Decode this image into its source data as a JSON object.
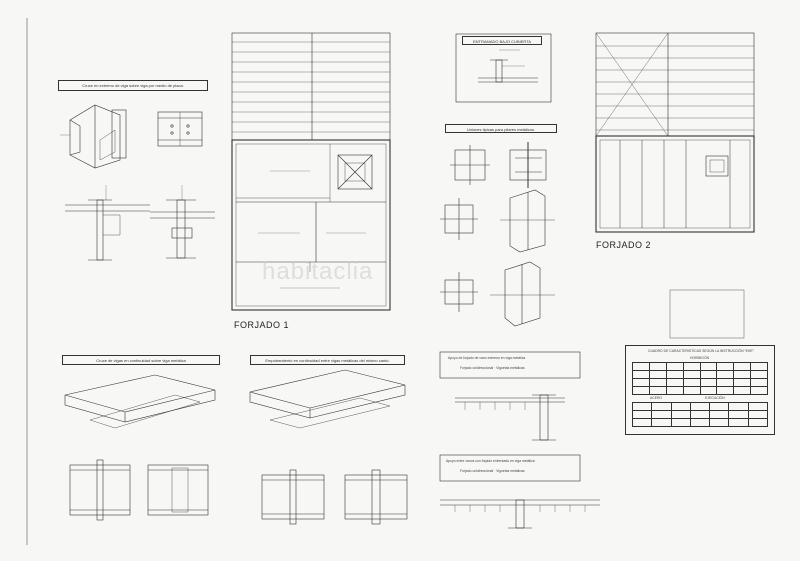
{
  "sheet": {
    "watermark": "habitaclia",
    "forjado1_label": "FORJADO 1",
    "forjado2_label": "FORJADO 2"
  },
  "details": {
    "d1_title": "Cruce en extremo de viga sobre viga por medio de placa.",
    "d2_title": "ENTRAMADO BAJO CUBIERTA",
    "d3_title": "Uniones tipicas para pilares metálicos.",
    "d4_title": "Cruce de vigas en continuidad sobre viga metálica",
    "d5_title": "Empotramiento en continuidad entre vigas metálicas del mismo canto.",
    "d6_title": "Apoyo de forjado de vano extremo en viga metálica",
    "d6_sub": "Forjado unidireccional · Viguetas metálicas",
    "d7_title": "Apoyo entre vanos con forjado enfrentado en viga metálica",
    "d7_sub": "Forjado unidireccional · Viguetas metálicas"
  },
  "spec_table": {
    "title": "CUADRO DE CARACTERISTICAS SEGÚN LA INSTRUCCIÓN \"EHE\"",
    "sub_hormigon": "HORMIGÓN",
    "sub_acero": "ACERO",
    "sub_ejecucion": "EJECUCIÓN"
  }
}
